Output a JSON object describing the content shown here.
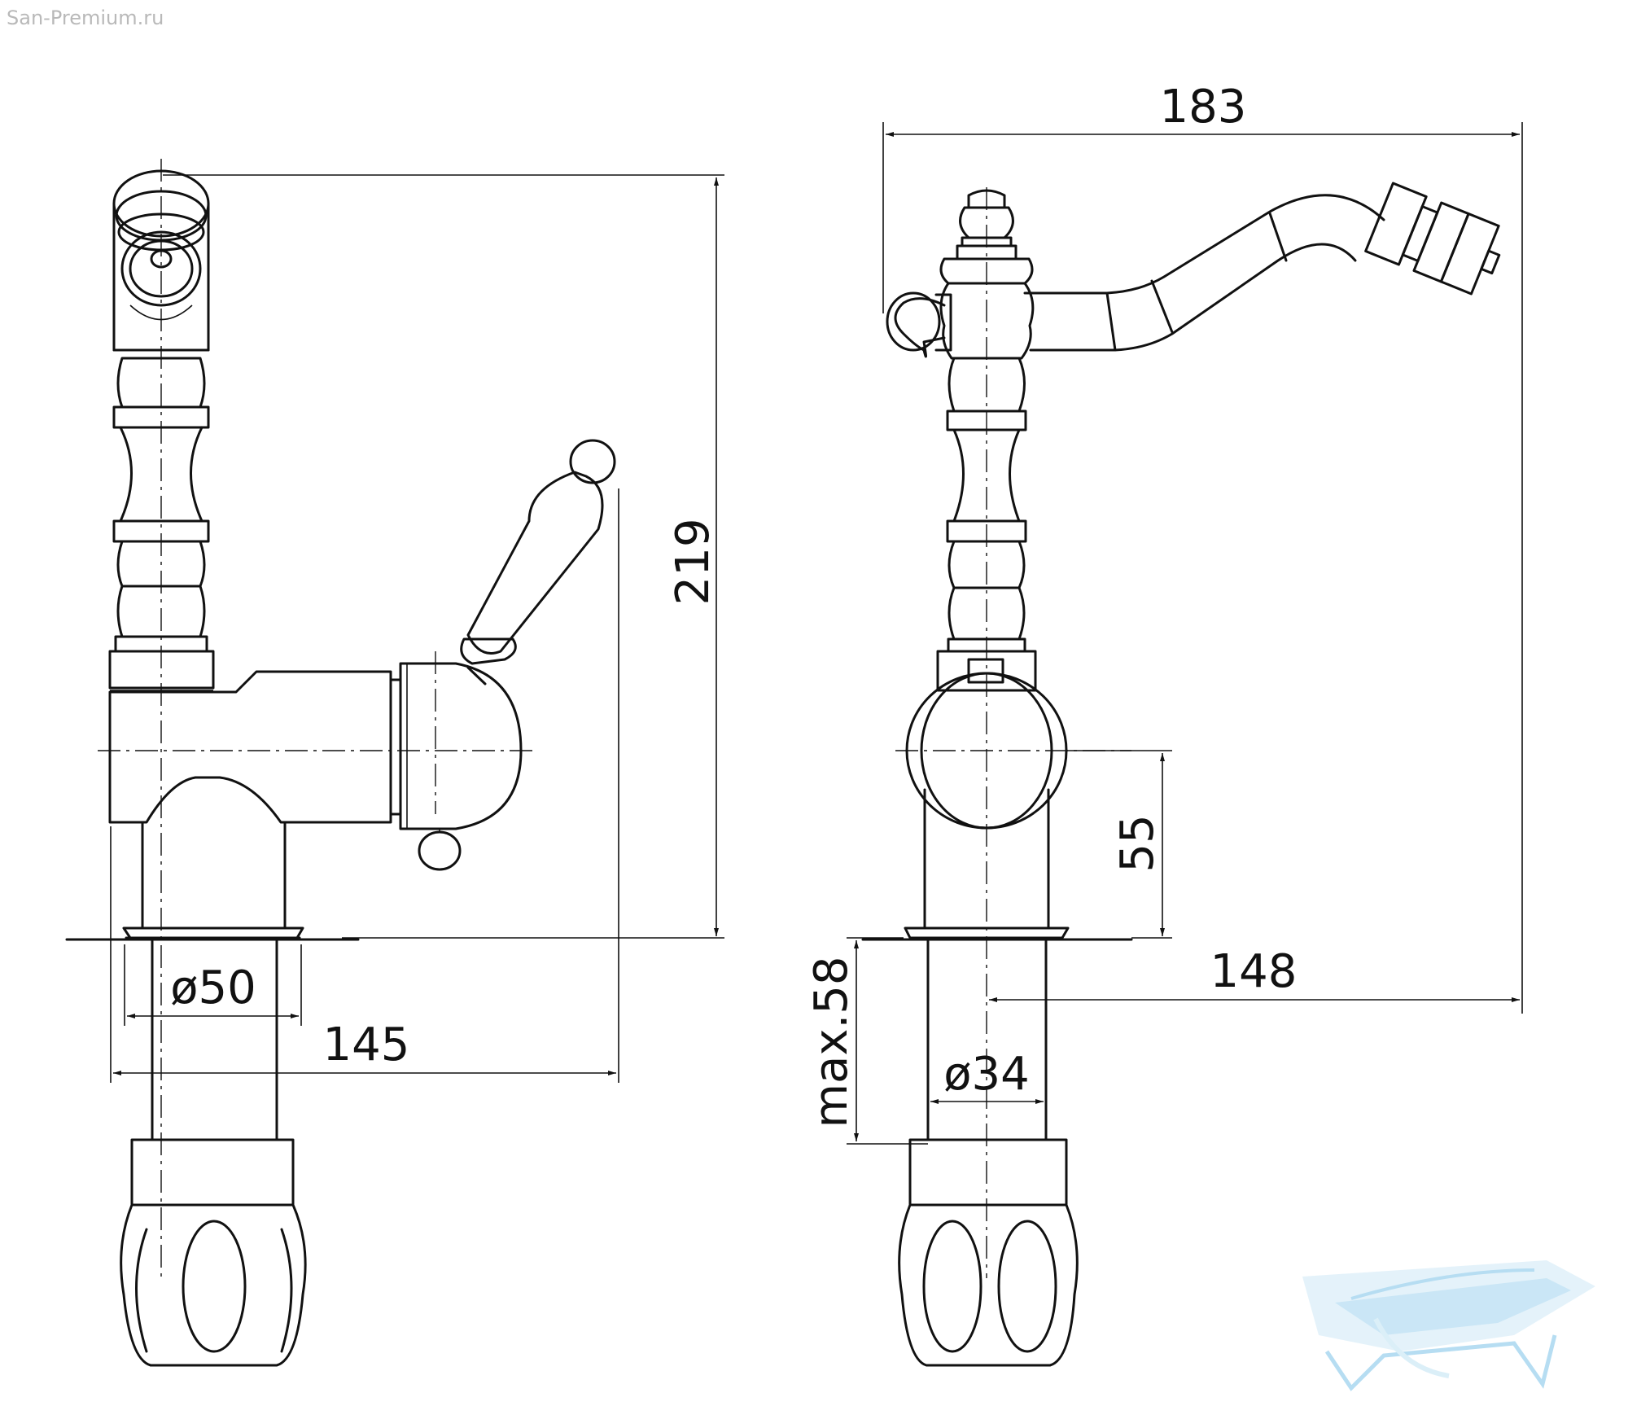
{
  "watermark": {
    "site": "San-Premium.ru",
    "logo_icon": "bathtub-logo-icon"
  },
  "views": {
    "left": {
      "height_dim": "219",
      "width_dim": "145",
      "pipe_dim": "ø50"
    },
    "right": {
      "spout_reach_dim": "183",
      "spout_offset_dim": "148",
      "lever_height_dim": "55",
      "max_depth_dim": "max.58",
      "pipe_dim": "ø34"
    }
  }
}
